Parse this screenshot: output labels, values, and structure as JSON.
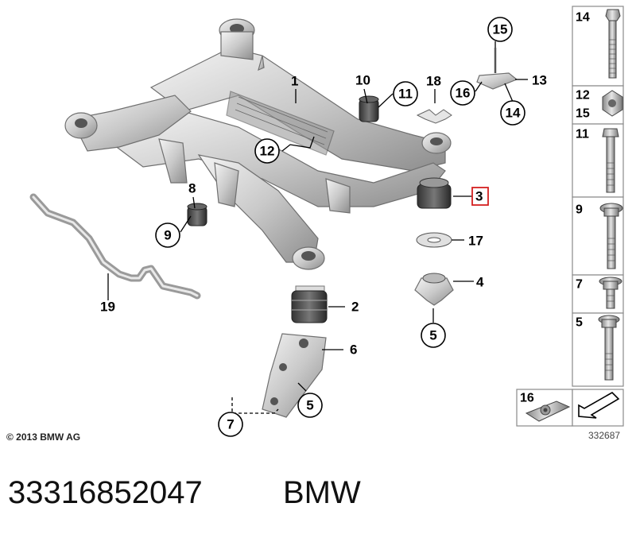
{
  "callouts": {
    "c11a": "11",
    "c12a": "12",
    "c9": "9",
    "c15": "15",
    "c16": "16",
    "c14": "14",
    "c5a": "5",
    "c7": "7",
    "c5b": "5"
  },
  "labels": {
    "l1": "1",
    "l10": "10",
    "l18": "18",
    "l13": "13",
    "l8": "8",
    "l3": "3",
    "l17": "17",
    "l4": "4",
    "l19": "19",
    "l2": "2",
    "l6": "6"
  },
  "sidebar": {
    "s14": "14",
    "s12": "12",
    "s15": "15",
    "s11": "11",
    "s9": "9",
    "s7": "7",
    "s5": "5",
    "s16": "16"
  },
  "footer": {
    "copyright": "© 2013 BMW AG",
    "diagram_number": "332687",
    "part_number": "33316852047",
    "brand": "BMW"
  },
  "colors": {
    "highlight": "#d42020"
  }
}
